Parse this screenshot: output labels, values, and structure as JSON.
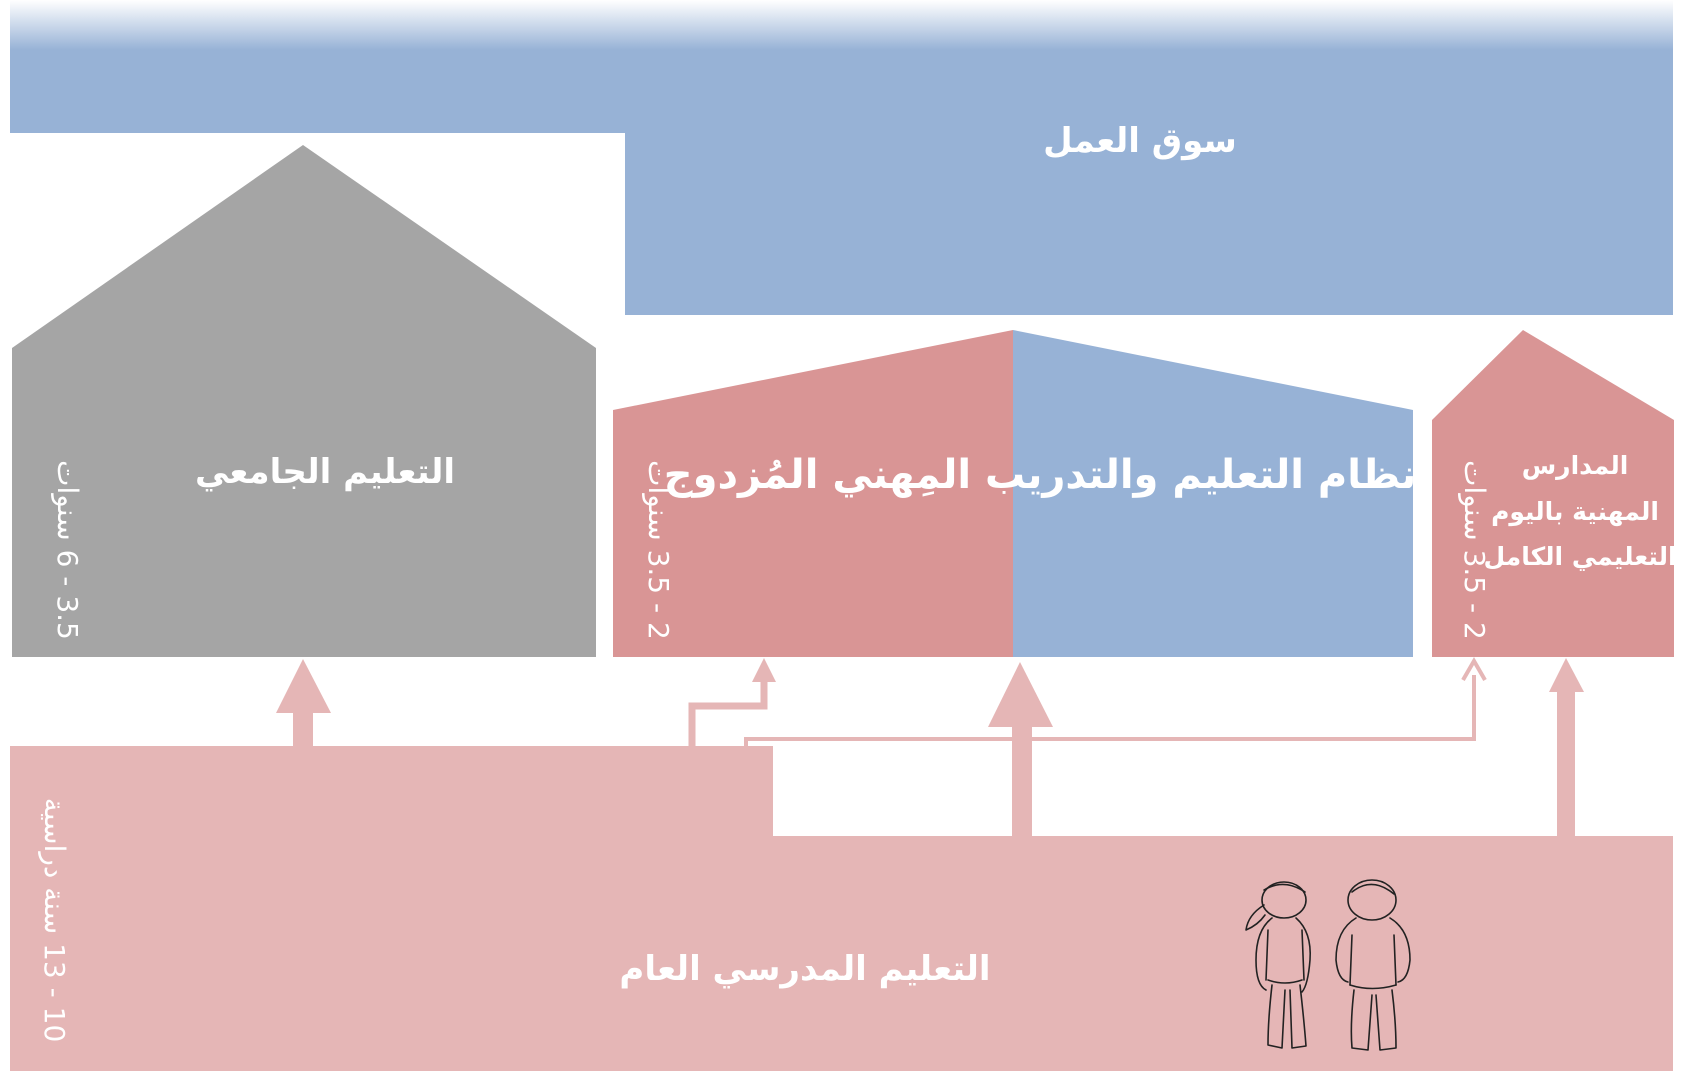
{
  "colors": {
    "labor_market": "#97b2d6",
    "university": "#a5a5a5",
    "dual_red": "#d99595",
    "dual_blue": "#97b2d6",
    "fulltime_school": "#d99595",
    "general_school": "#e5b6b6",
    "arrow": "#e5b6b6"
  },
  "labor_market": {
    "label": "سوق العمل"
  },
  "university": {
    "label": "التعليم الجامعي",
    "duration": "3.5 - 6 سنوات"
  },
  "dual_system": {
    "label": "نظام التعليم والتدريب المِهني المُزدوج",
    "duration": "2 - 3.5 سنوات"
  },
  "fulltime_vocational": {
    "label_lines": [
      "المدارس",
      "المهنية باليوم",
      "التعليمي الكامل"
    ],
    "duration": "2 - 3.5 سنوات"
  },
  "general_school": {
    "label": "التعليم المدرسي العام",
    "duration": "10 - 13 سنة دراسية"
  },
  "icons": {
    "students": "students-sketch-icon"
  }
}
